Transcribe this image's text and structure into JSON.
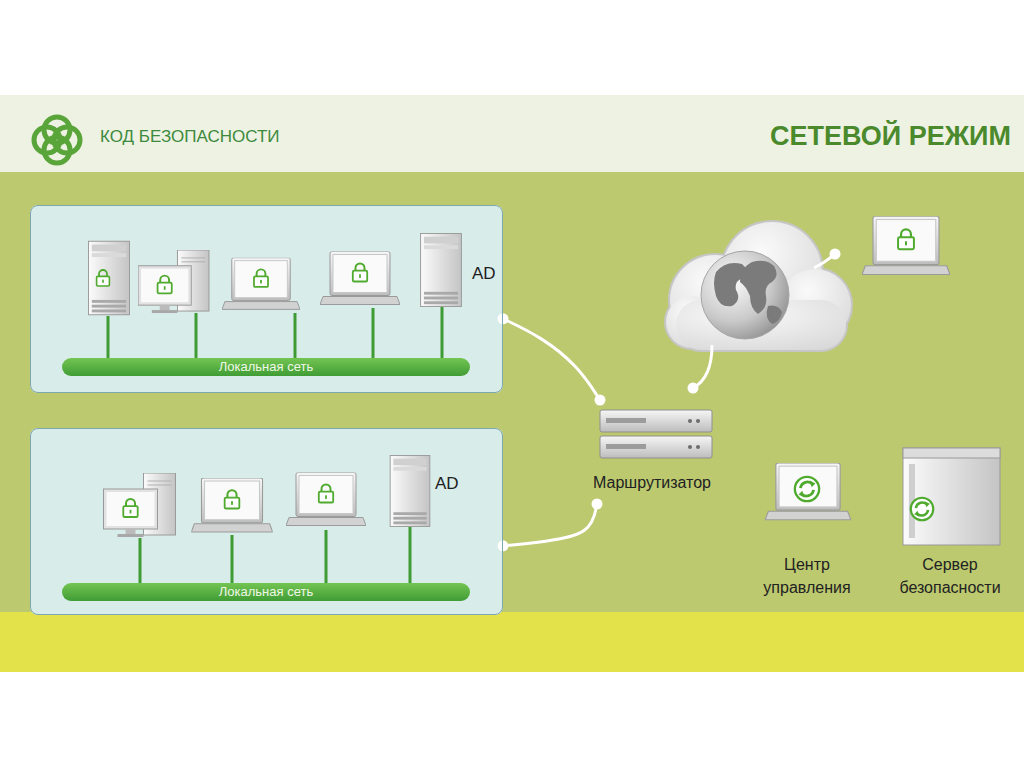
{
  "diagram": {
    "title": "СЕТЕВОЙ РЕЖИМ",
    "nodes": [
      {
        "text": [
          "AD"
        ]
      },
      {
        "text": [
          "Локальная сеть"
        ],
        "in": 0
      },
      {
        "text": [
          "AD"
        ]
      },
      {
        "text": [
          "Локальная сеть"
        ],
        "in": 2
      },
      {
        "text": [
          "Маршрутизатор"
        ]
      },
      {
        "text": [
          "Центр управления"
        ]
      },
      {
        "text": [
          "Сервер безопасности"
        ]
      }
    ],
    "edges": [
      {
        "from": 0,
        "to": 4,
        "arrow": "none"
      },
      {
        "from": 2,
        "to": 4,
        "arrow": "none"
      }
    ],
    "labels": [
      "КОД БЕЗОПАСНОСТИ"
    ]
  }
}
